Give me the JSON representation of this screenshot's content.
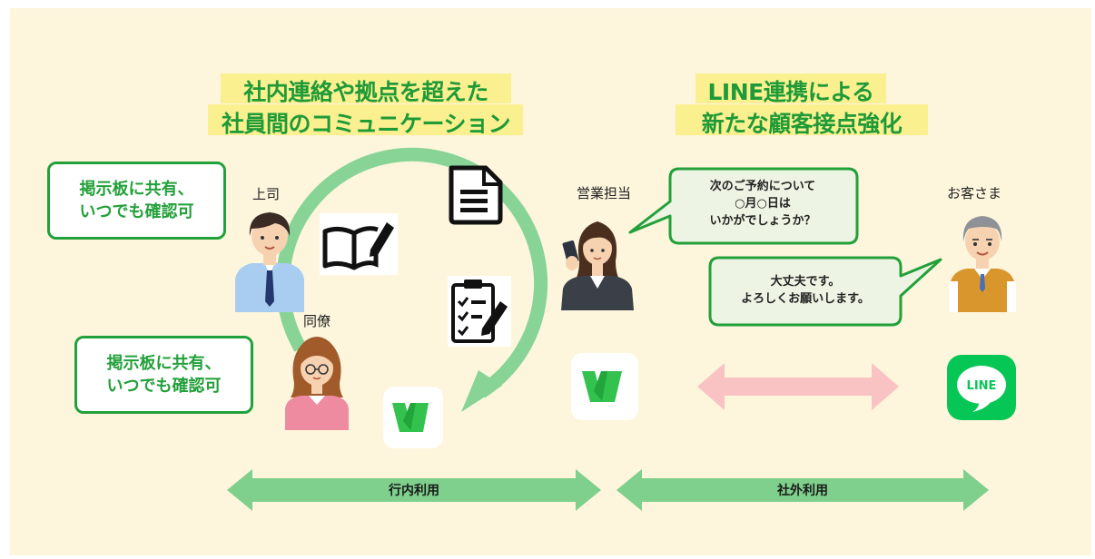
{
  "titles": {
    "left": [
      "社内連絡や拠点を超えた",
      "社員間のコミュニケーション"
    ],
    "right": [
      "LINE連携による",
      "新たな顧客接点強化"
    ]
  },
  "notice_boxes": [
    {
      "line1": "掲示板に共有、",
      "line2": "いつでも確認可"
    },
    {
      "line1": "掲示板に共有、",
      "line2": "いつでも確認可"
    }
  ],
  "people": {
    "boss": "上司",
    "colleague": "同僚",
    "sales": "営業担当",
    "customer": "お客さま"
  },
  "bubbles": {
    "sales": [
      "次のご予約について",
      "○月○日は",
      "いかがでしょうか？"
    ],
    "customer": [
      "大丈夫です。",
      "よろしくお願いします。"
    ]
  },
  "bars": {
    "internal": "行内利用",
    "external": "社外利用"
  },
  "icons": [
    "document-icon",
    "book-pen-icon",
    "clipboard-checklist-icon",
    "lineworks-icon",
    "line-app-icon",
    "two-way-arrow-icon"
  ],
  "colors": {
    "background": "#fdf5dc",
    "highlight": "#fbf090",
    "title_green": "#1e9a37",
    "cycle_green": "#88d496",
    "bar_green": "#7fd08c",
    "box_border": "#22a03a",
    "pink_arrow": "#f9c3c3",
    "line_green": "#06c755"
  }
}
